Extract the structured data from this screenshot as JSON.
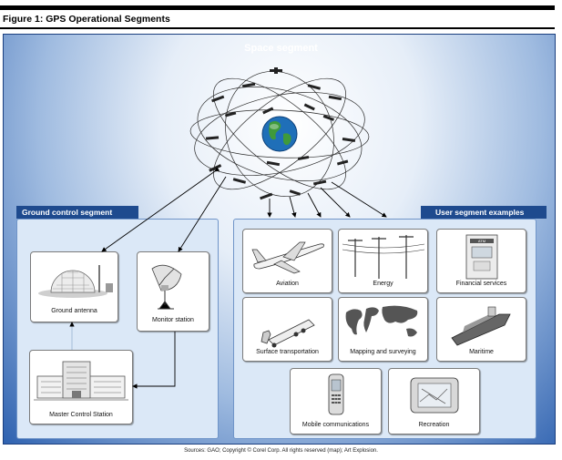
{
  "figure_title": "Figure 1: GPS Operational Segments",
  "space_segment": {
    "title": "Space segment"
  },
  "ground_control": {
    "title": "Ground control segment",
    "ground_antenna": "Ground antenna",
    "monitor_station": "Monitor station",
    "master_control_station": "Master Control Station"
  },
  "user_segment": {
    "title": "User segment examples",
    "items": {
      "aviation": "Aviation",
      "energy": "Energy",
      "financial_services": "Financial services",
      "surface_transportation": "Surface transportation",
      "mapping_and_surveying": "Mapping and surveying",
      "maritime": "Maritime",
      "mobile_communications": "Mobile communications",
      "recreation": "Recreation"
    }
  },
  "atm_sign": "ATM",
  "source_note": "Sources: GAO; Copyright © Corel Corp. All rights reserved (map); Art Explosion.",
  "colors": {
    "navy": "#1e4a8e",
    "panel_light": "#dbe8f7",
    "earth_ocean": "#1f6fb8",
    "earth_land": "#3f9a3a"
  }
}
